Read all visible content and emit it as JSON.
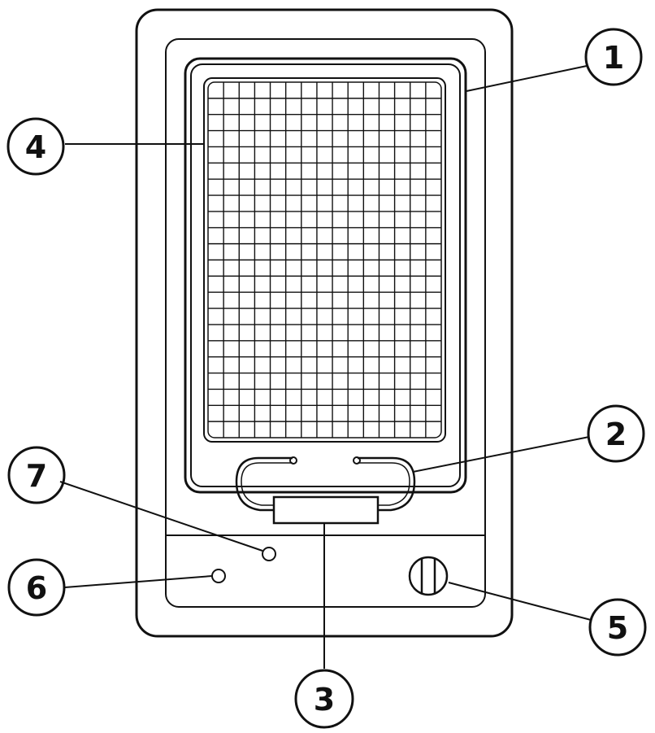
{
  "diagram": {
    "stroke_color": "#111111",
    "background": "#ffffff",
    "callouts": [
      {
        "id": "c1",
        "label": "1"
      },
      {
        "id": "c2",
        "label": "2"
      },
      {
        "id": "c3",
        "label": "3"
      },
      {
        "id": "c4",
        "label": "4"
      },
      {
        "id": "c5",
        "label": "5"
      },
      {
        "id": "c6",
        "label": "6"
      },
      {
        "id": "c7",
        "label": "7"
      }
    ]
  }
}
